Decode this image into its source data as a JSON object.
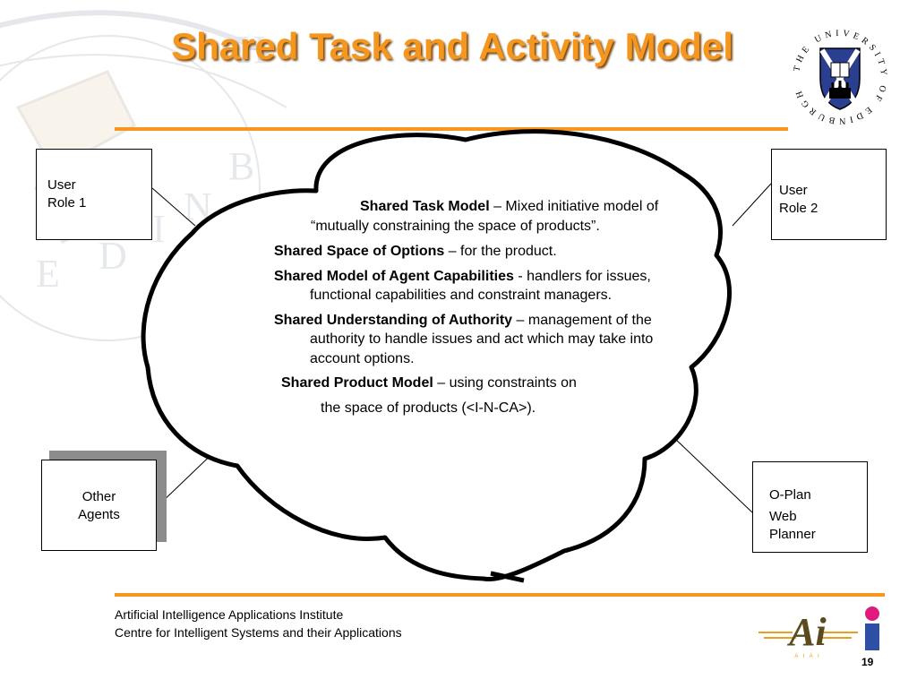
{
  "slide": {
    "title": "Shared Task and Activity Model",
    "page_number": "19"
  },
  "boxes": {
    "user_role_1": {
      "line1": "User",
      "line2": "Role 1"
    },
    "user_role_2": {
      "line1": "User",
      "line2": "Role 2"
    },
    "other_agents": {
      "line1": "Other",
      "line2": "Agents"
    },
    "oplan": {
      "line1": "O-Plan",
      "line2": "Web",
      "line3": "Planner"
    }
  },
  "cloud": {
    "items": [
      {
        "head": "Shared Task Model",
        "body": " – Mixed initiative model of “mutually constraining the space of products”."
      },
      {
        "head": "Shared Space of Options",
        "body": " – for the product."
      },
      {
        "head": "Shared Model of Agent Capabilities",
        "body": " -   handlers for issues, functional capabilities and constraint managers."
      },
      {
        "head": "Shared Understanding of Authority",
        "body": " – management of the authority to handle issues and act which may take into account options."
      },
      {
        "head": "Shared Product Model",
        "body": " – using constraints on"
      }
    ],
    "last_line": "the space of products (<I-N-CA>)."
  },
  "footer": {
    "line1": "Artificial Intelligence Applications Institute",
    "line2": "Centre for Intelligent Systems and their Applications"
  },
  "logos": {
    "crest_ring_text": "THE UNIVERSITY OF EDINBURGH",
    "aiai_mark": "Ai",
    "aiai_small": "A I A I"
  },
  "colors": {
    "title": "#f5961e",
    "rule": "#f5961e",
    "crest_blue": "#2a3f8f",
    "logo_blue": "#2e4fa3",
    "logo_pink": "#e0197d"
  }
}
